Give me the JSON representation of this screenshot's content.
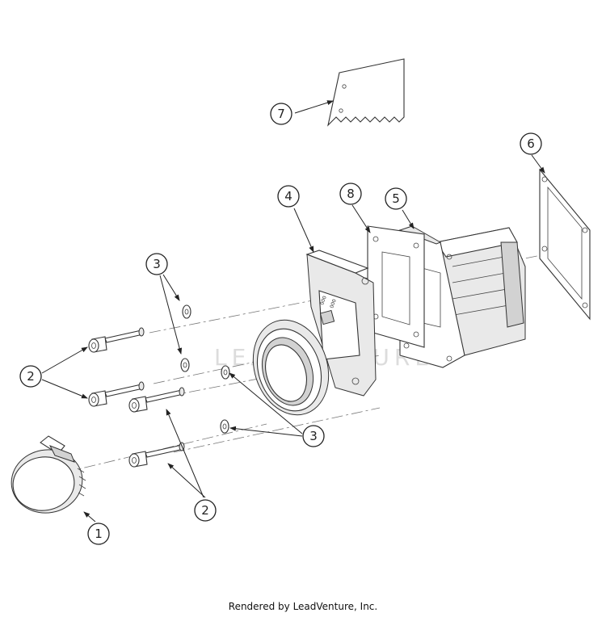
{
  "callouts": {
    "c1": "1",
    "c2a": "2",
    "c2b": "2",
    "c3a": "3",
    "c3b": "3",
    "c4": "4",
    "c5": "5",
    "c6": "6",
    "c7": "7",
    "c8": "8"
  },
  "watermark": "LEADVENTURE",
  "footer": "Rendered by LeadVenture, Inc."
}
